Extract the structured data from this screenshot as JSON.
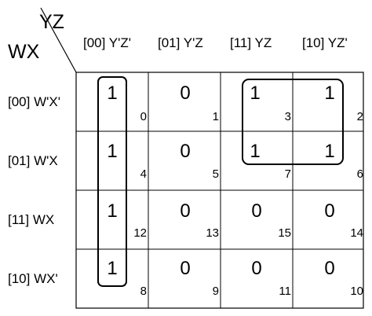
{
  "corner": {
    "col_vars": "YZ",
    "row_vars": "WX"
  },
  "columns": [
    "[00] Y'Z'",
    "[01] Y'Z",
    "[11] YZ",
    "[10] YZ'"
  ],
  "rows": [
    {
      "label": "[00] W'X'",
      "cells": [
        {
          "value": "1",
          "index": "0"
        },
        {
          "value": "0",
          "index": "1"
        },
        {
          "value": "1",
          "index": "3"
        },
        {
          "value": "1",
          "index": "2"
        }
      ]
    },
    {
      "label": "[01] W'X",
      "cells": [
        {
          "value": "1",
          "index": "4"
        },
        {
          "value": "0",
          "index": "5"
        },
        {
          "value": "1",
          "index": "7"
        },
        {
          "value": "1",
          "index": "6"
        }
      ]
    },
    {
      "label": "[11] WX",
      "cells": [
        {
          "value": "1",
          "index": "12"
        },
        {
          "value": "0",
          "index": "13"
        },
        {
          "value": "0",
          "index": "15"
        },
        {
          "value": "0",
          "index": "14"
        }
      ]
    },
    {
      "label": "[10] WX'",
      "cells": [
        {
          "value": "1",
          "index": "8"
        },
        {
          "value": "0",
          "index": "9"
        },
        {
          "value": "0",
          "index": "11"
        },
        {
          "value": "0",
          "index": "10"
        }
      ]
    }
  ]
}
